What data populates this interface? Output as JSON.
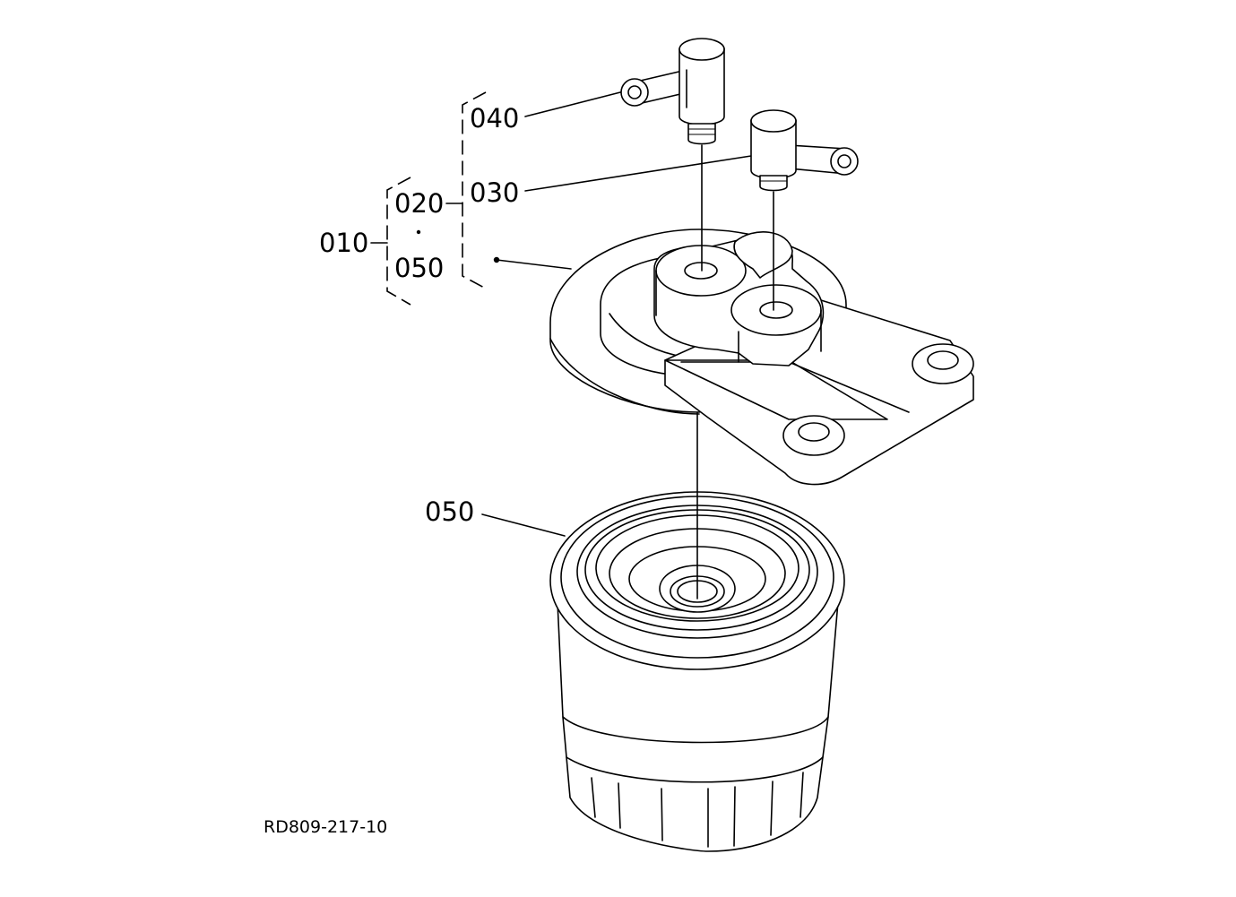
{
  "labels": {
    "assembly": "010",
    "subassembly": "020",
    "sub_filter": "050",
    "fitting_upper": "040",
    "fitting_lower": "030",
    "filter": "050"
  },
  "drawing_code": "RD809-217-10"
}
